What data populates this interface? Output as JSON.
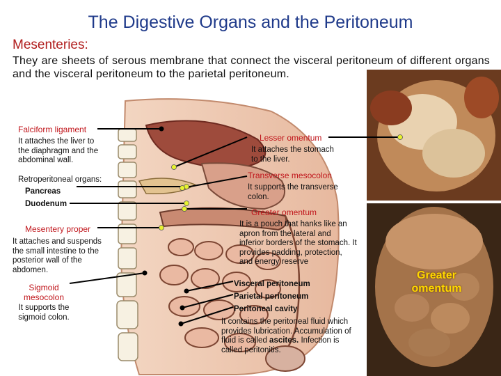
{
  "title": "The Digestive Organs and the Peritoneum",
  "subhead": "Mesenteries:",
  "intro": "They are sheets of serous membrane that connect the visceral peritoneum of different organs and the visceral peritoneum to the parietal peritoneum.",
  "labels": {
    "falciform": {
      "name": "Falciform ligament",
      "desc": "It attaches the liver to the diaphragm and the abdominal wall."
    },
    "retroperitoneal": {
      "heading": "Retroperitoneal organs:",
      "pancreas": "Pancreas",
      "duodenum": "Duodenum"
    },
    "mesentery_proper": {
      "name": "Mesentery proper",
      "desc": "It attaches and suspends the small intestine to the posterior wall of the abdomen."
    },
    "sigmoid": {
      "name_line1": "Sigmoid",
      "name_line2": "mesocolon",
      "desc": "It supports the sigmoid colon."
    },
    "lesser_omentum": {
      "name": "Lesser omentum",
      "desc": "It attaches the stomach to the liver."
    },
    "transverse_mesocolon": {
      "name": "Transverse mesocolon",
      "desc": "It supports the transverse colon."
    },
    "greater_omentum": {
      "name": "Greater omentum",
      "desc": "It is a pouch that hanks like an apron from the lateral and inferior borders of the stomach. It provides padding, protection, and energy reserve"
    },
    "visceral": "Visceral peritoneum",
    "parietal": "Parietal peritoneum",
    "cavity": "Peritoneal cavity",
    "cavity_desc_1": "It contains the peritoneal fluid which provides lubrication. Accumulation of fluid is called ",
    "cavity_desc_bold": "ascites.",
    "cavity_desc_2": " Infection is called peritonitis."
  },
  "photo_caption_line1": "Greater",
  "photo_caption_line2": "omentum",
  "colors": {
    "title": "#1f3a8a",
    "red": "#c0151b",
    "leader_dot": "#e7f22f"
  }
}
